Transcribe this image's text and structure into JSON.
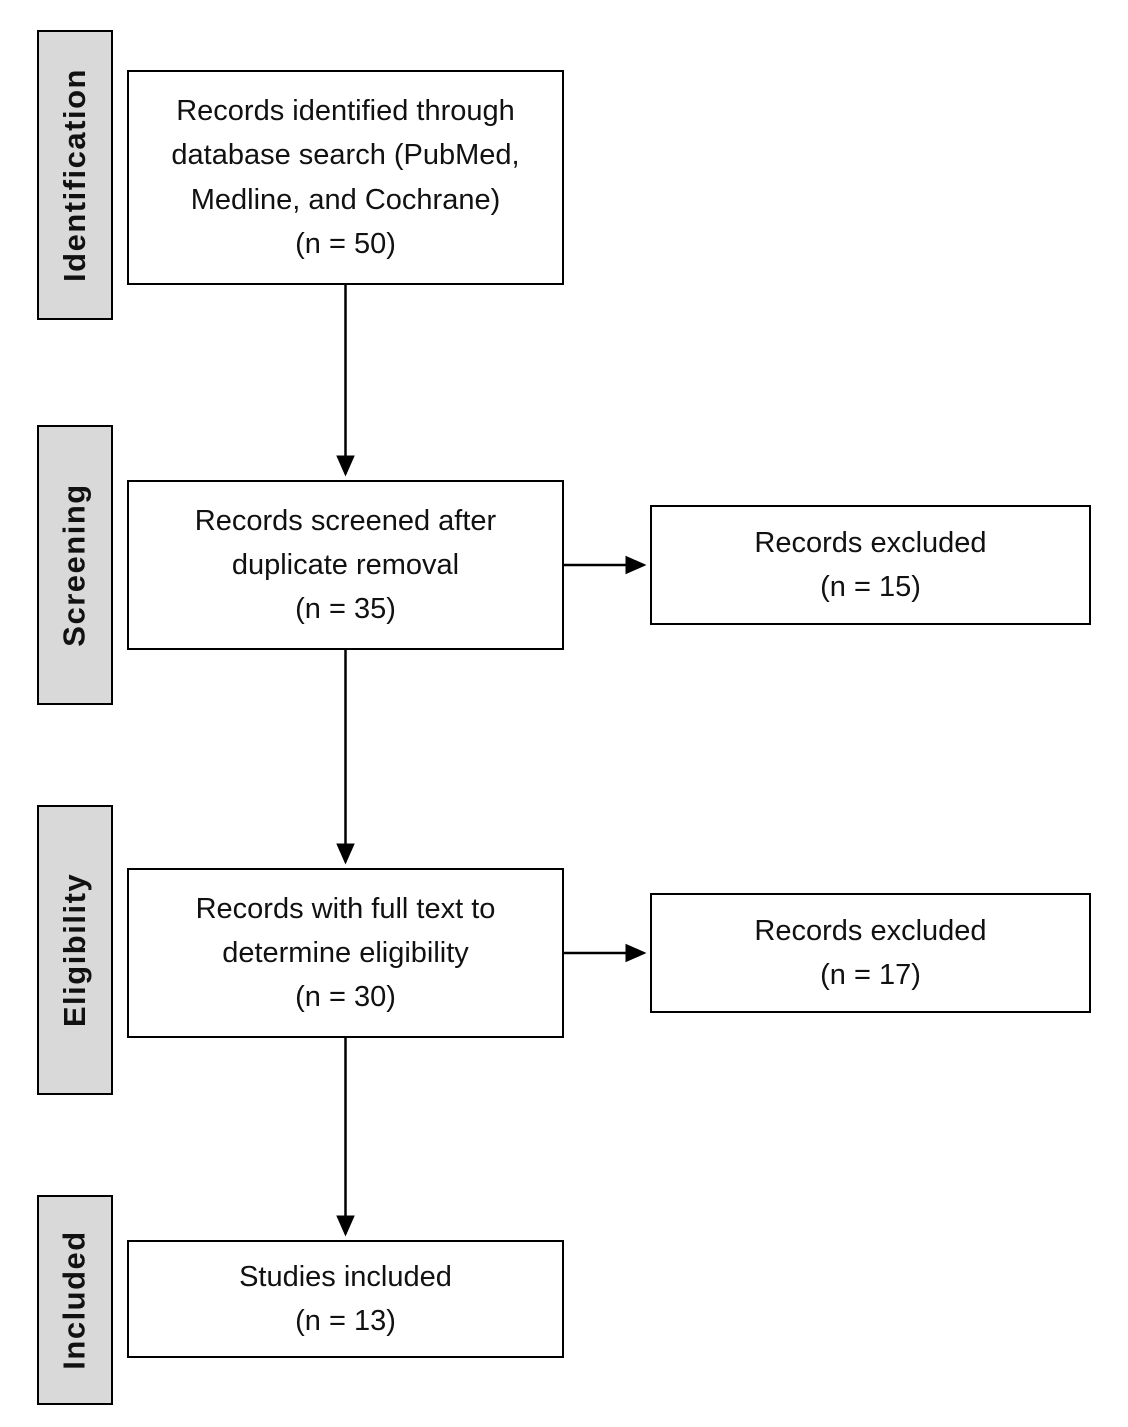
{
  "colors": {
    "stage_label_bg": "#d9d9d9",
    "box_bg": "#ffffff",
    "border": "#000000",
    "text": "#111111",
    "canvas_bg": "#ffffff"
  },
  "stages": [
    {
      "label": "Identification"
    },
    {
      "label": "Screening"
    },
    {
      "label": "Eligibility"
    },
    {
      "label": "Included"
    }
  ],
  "boxes": {
    "identified": {
      "n": 50,
      "lines": [
        "Records identified through",
        "database search (PubMed,",
        "Medline, and Cochrane)",
        "(n = 50)"
      ]
    },
    "screened": {
      "n": 35,
      "lines": [
        "Records screened after",
        "duplicate removal",
        "(n = 35)"
      ]
    },
    "excluded_screening": {
      "n": 15,
      "lines": [
        "Records excluded",
        "(n = 15)"
      ]
    },
    "eligibility": {
      "n": 30,
      "lines": [
        "Records with full text to",
        "determine eligibility",
        "(n = 30)"
      ]
    },
    "excluded_eligibility": {
      "n": 17,
      "lines": [
        "Records excluded",
        "(n = 17)"
      ]
    },
    "included": {
      "n": 13,
      "lines": [
        "Studies included",
        "(n = 13)"
      ]
    }
  }
}
